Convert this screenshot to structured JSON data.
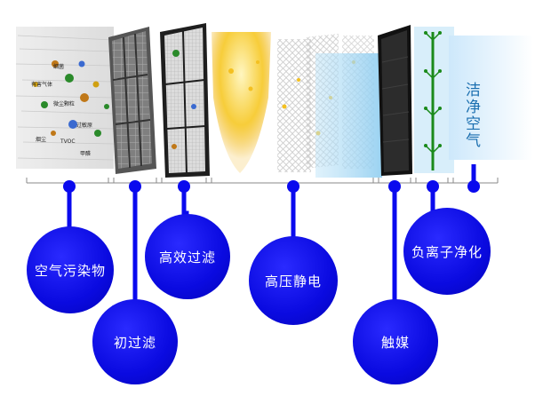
{
  "pollutant_labels": [
    "细菌",
    "有害气体",
    "微尘颗粒",
    "过敏原",
    "烟尘",
    "TVOC",
    "甲醛"
  ],
  "clean_air_label": "洁净空气",
  "stages": [
    {
      "label": "空气污染物"
    },
    {
      "label": "初过滤"
    },
    {
      "label": "高效过滤"
    },
    {
      "label": "高压静电"
    },
    {
      "label": "触媒"
    },
    {
      "label": "负离子净化"
    }
  ],
  "colors": {
    "marker": "#0a0aee",
    "clean_text": "#1b6fb0",
    "ion_stem": "#1a8a1a",
    "electrostatic": "#f4c020"
  }
}
